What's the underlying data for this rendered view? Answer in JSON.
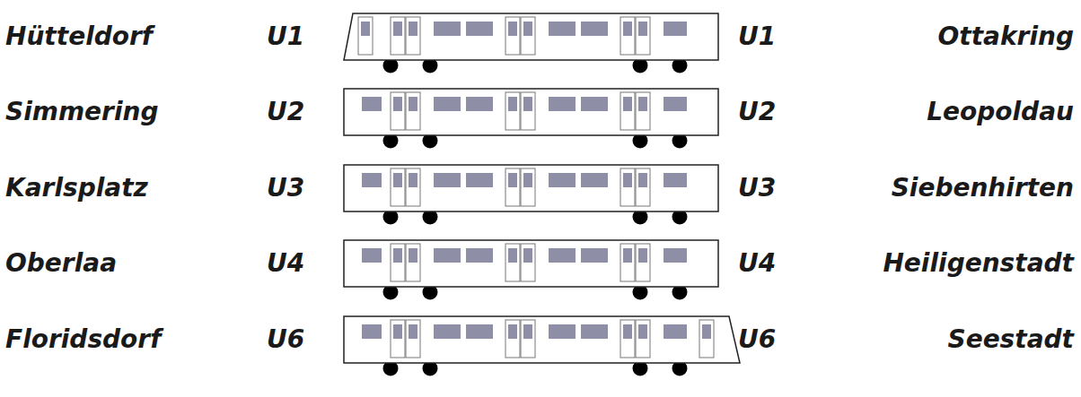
{
  "diagram": {
    "labels": [
      "Hütteldorf",
      "U1",
      "U1",
      "Ottakring",
      "Simmering",
      "U2",
      "U2",
      "Leopoldau",
      "Karlsplatz",
      "U3",
      "U3",
      "Siebenhirten",
      "Oberlaa",
      "U4",
      "U4",
      "Heiligenstadt",
      "Floridsdorf",
      "U6",
      "U6",
      "Seestadt"
    ]
  }
}
